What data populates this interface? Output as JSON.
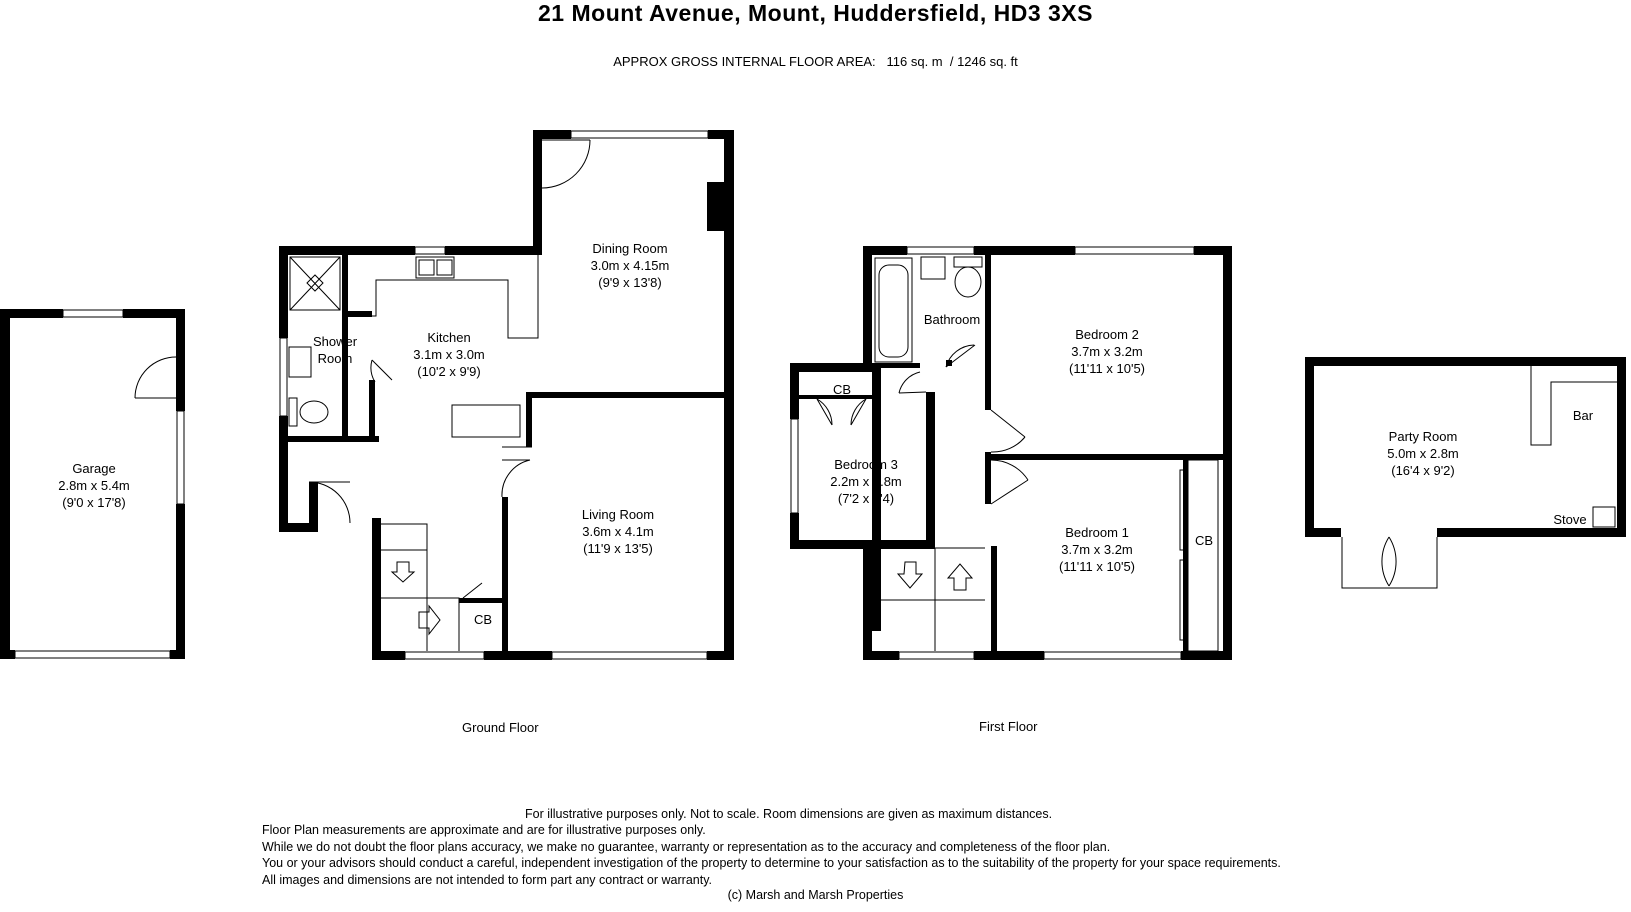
{
  "header": {
    "title": "21 Mount Avenue, Mount, Huddersfield, HD3 3XS",
    "area": "APPROX GROSS INTERNAL FLOOR AREA:   116 sq. m  / 1246 sq. ft"
  },
  "rooms": {
    "garage": {
      "name": "Garage",
      "metric": "2.8m x 5.4m",
      "imperial": "(9'0 x 17'8)"
    },
    "shower": {
      "line1": "Shower",
      "line2": "Room"
    },
    "kitchen": {
      "name": "Kitchen",
      "metric": "3.1m x 3.0m",
      "imperial": "(10'2 x 9'9)"
    },
    "dining": {
      "name": "Dining Room",
      "metric": "3.0m x 4.15m",
      "imperial": "(9'9 x 13'8)"
    },
    "living": {
      "name": "Living Room",
      "metric": "3.6m x 4.1m",
      "imperial": "(11'9 x 13'5)"
    },
    "ground_cb": "CB",
    "bathroom": {
      "name": "Bathroom"
    },
    "bedroom2": {
      "name": "Bedroom 2",
      "metric": "3.7m x 3.2m",
      "imperial": "(11'11 x 10'5)"
    },
    "bedroom3": {
      "name": "Bedroom 3",
      "metric": "2.2m x 2.8m",
      "imperial": "(7'2 x 9'4)"
    },
    "bedroom1": {
      "name": "Bedroom 1",
      "metric": "3.7m x 3.2m",
      "imperial": "(11'11 x 10'5)"
    },
    "first_cb_1": "CB",
    "first_cb_2": "CB",
    "party": {
      "name": "Party Room",
      "metric": "5.0m x 2.8m",
      "imperial": "(16'4 x 9'2)"
    },
    "bar": "Bar",
    "stove": "Stove"
  },
  "floors": {
    "ground": "Ground Floor",
    "first": "First Floor"
  },
  "disclaimer": {
    "line1": "For illustrative purposes only.  Not to scale.  Room dimensions are given as maximum distances.",
    "line2": "Floor Plan measurements are approximate and are for illustrative purposes only.",
    "line3": "While we do not doubt the floor plans accuracy, we make no guarantee, warranty or representation as to the accuracy and completeness of the floor plan.",
    "line4": "You or your advisors should conduct a careful, independent investigation of the property to determine to your satisfaction as to the suitability of the property for your space requirements.",
    "line5": " All images and dimensions are not intended to form part any contract or warranty."
  },
  "copyright": "(c) Marsh and Marsh Properties"
}
